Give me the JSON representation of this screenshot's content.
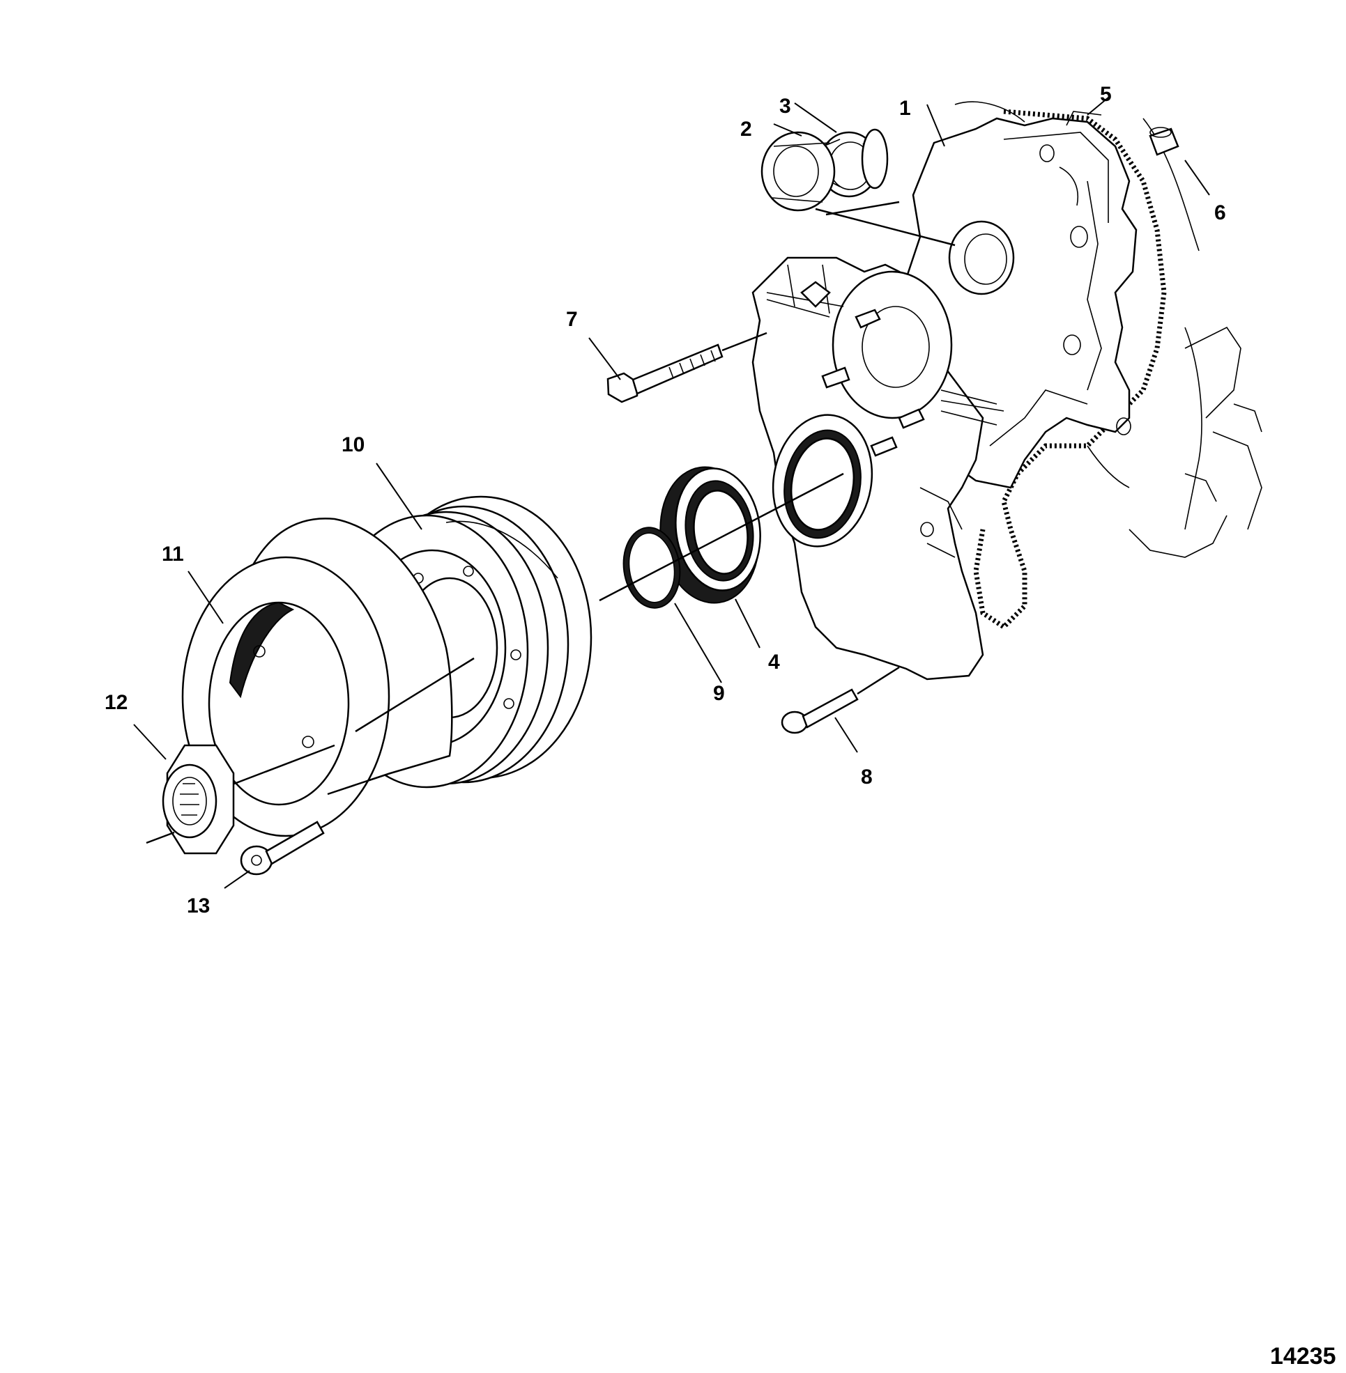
{
  "figure_number": "14235",
  "callouts": [
    {
      "id": "1",
      "text": "1"
    },
    {
      "id": "2",
      "text": "2"
    },
    {
      "id": "3",
      "text": "3"
    },
    {
      "id": "4",
      "text": "4"
    },
    {
      "id": "5",
      "text": "5"
    },
    {
      "id": "6",
      "text": "6"
    },
    {
      "id": "7",
      "text": "7"
    },
    {
      "id": "8",
      "text": "8"
    },
    {
      "id": "9",
      "text": "9"
    },
    {
      "id": "10",
      "text": "10"
    },
    {
      "id": "11",
      "text": "11"
    },
    {
      "id": "12",
      "text": "12"
    },
    {
      "id": "13",
      "text": "13"
    }
  ],
  "colors": {
    "line": "#000000",
    "background": "#ffffff"
  }
}
